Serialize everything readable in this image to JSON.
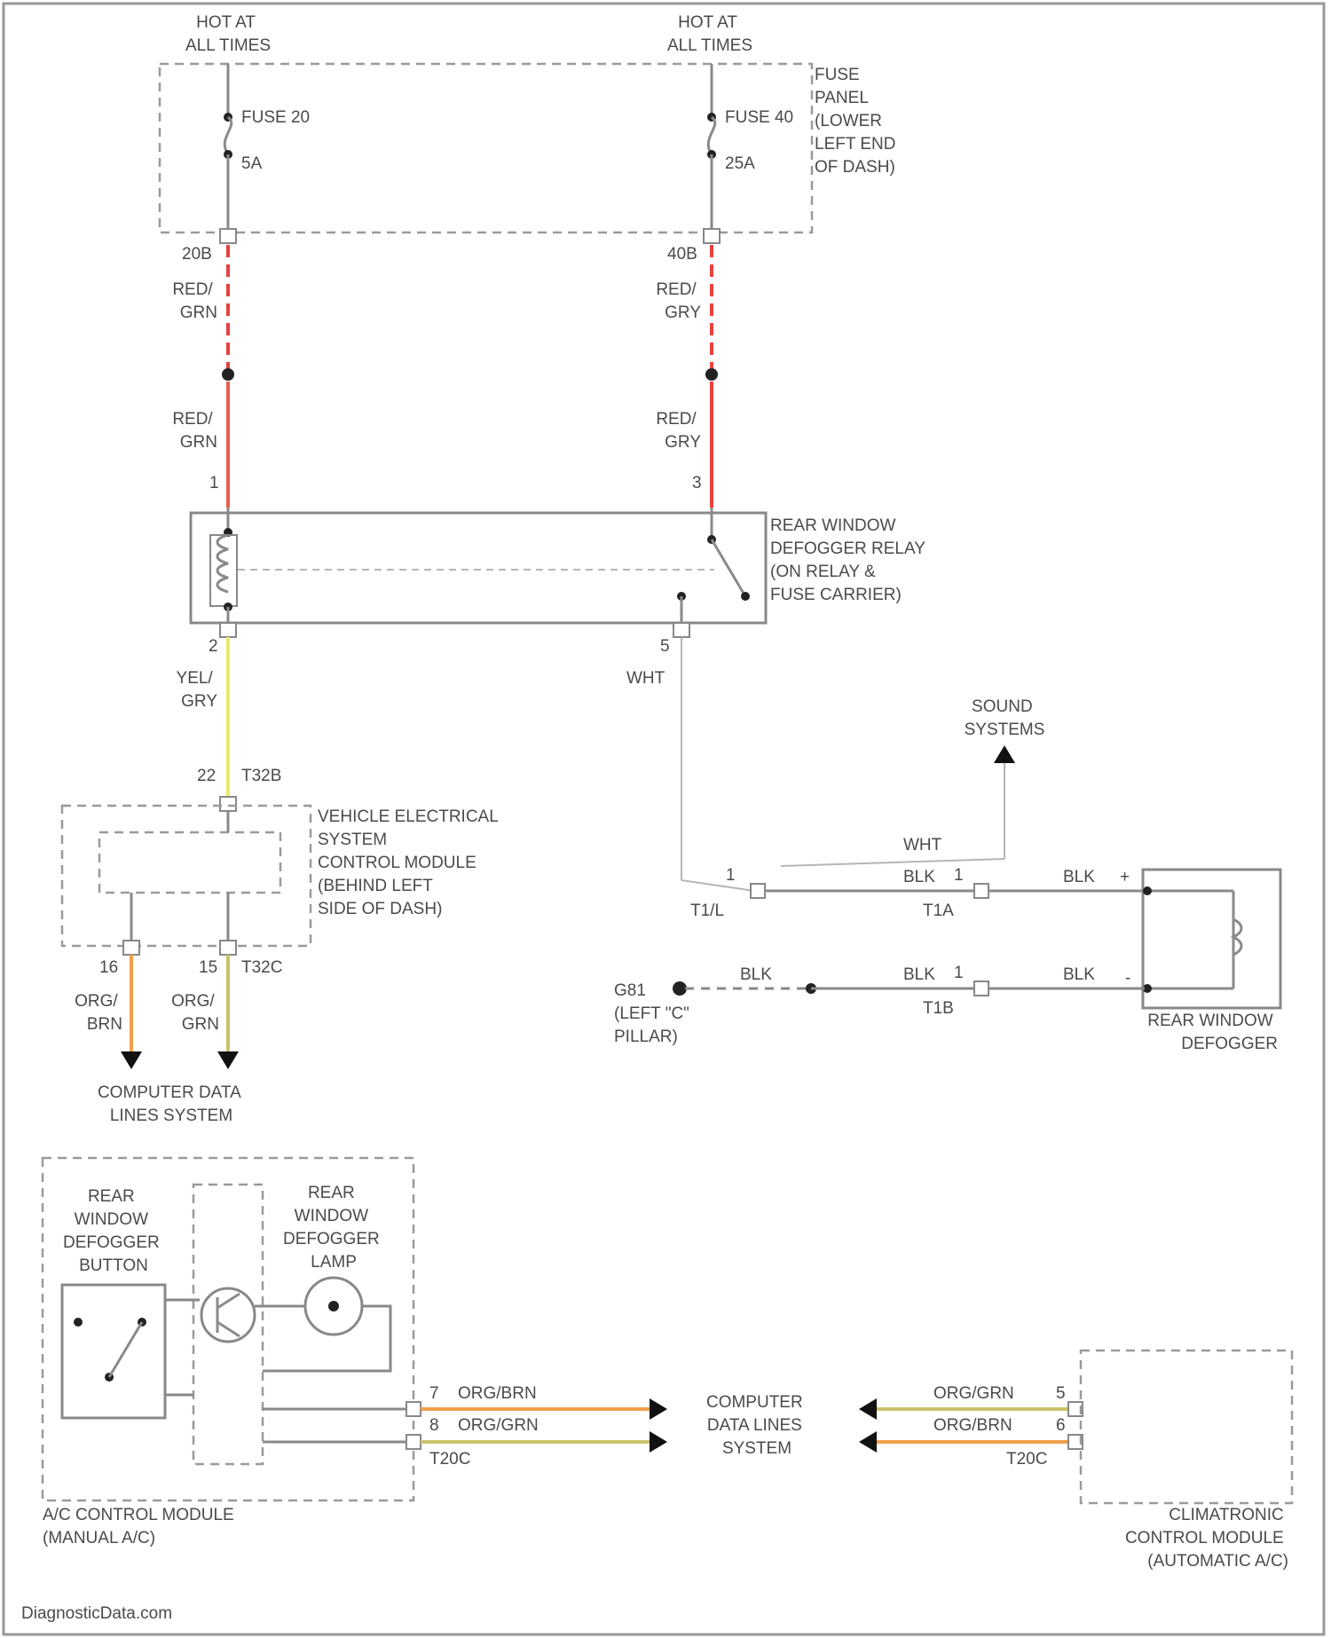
{
  "power": {
    "left_source": [
      "HOT AT",
      "ALL TIMES"
    ],
    "right_source": [
      "HOT AT",
      "ALL TIMES"
    ],
    "fuse_left_name": "FUSE 20",
    "fuse_left_rating": "5A",
    "fuse_right_name": "FUSE 40",
    "fuse_right_rating": "25A",
    "fuse_panel_label": [
      "FUSE",
      "PANEL",
      "(LOWER",
      "LEFT END",
      "OF DASH)"
    ],
    "term_left": "20B",
    "term_right": "40B"
  },
  "wires": {
    "red_grn_top": [
      "RED/",
      "GRN"
    ],
    "red_gry_top": [
      "RED/",
      "GRY"
    ],
    "red_grn_bottom": [
      "RED/",
      "GRN"
    ],
    "red_gry_bottom": [
      "RED/",
      "GRY"
    ],
    "yel_gry": [
      "YEL/",
      "GRY"
    ],
    "wht": "WHT",
    "wht2": "WHT",
    "org_brn": [
      "ORG/",
      "BRN"
    ],
    "org_grn": [
      "ORG/",
      "GRN"
    ],
    "blk": "BLK"
  },
  "relay": {
    "label": [
      "REAR WINDOW",
      "DEFOGGER RELAY",
      "(ON RELAY &",
      "FUSE CARRIER)"
    ],
    "pin_coil_in": "1",
    "pin_switch_in": "3",
    "pin_coil_out": "2",
    "pin_switch_out": "5"
  },
  "vesm": {
    "pin_top": "22",
    "conn_top": "T32B",
    "label": [
      "VEHICLE ELECTRICAL",
      "SYSTEM",
      "CONTROL MODULE",
      "(BEHIND LEFT",
      "SIDE OF DASH)"
    ],
    "pin_a": "16",
    "pin_b": "15",
    "conn_bottom": "T32C",
    "dest": [
      "COMPUTER DATA",
      "LINES SYSTEM"
    ]
  },
  "defogger": {
    "sound": [
      "SOUND",
      "SYSTEMS"
    ],
    "conn_t1l": "T1/L",
    "pin_t1l": "1",
    "conn_t1a": "T1A",
    "pin_t1a": "1",
    "conn_t1b": "T1B",
    "pin_t1b": "1",
    "pin_plus": "+",
    "pin_minus": "-",
    "ground": "G81",
    "ground_loc": [
      "(LEFT \"C\"",
      "PILLAR)"
    ],
    "label": [
      "REAR WINDOW",
      "DEFOGGER"
    ]
  },
  "ac": {
    "button_label": [
      "REAR",
      "WINDOW",
      "DEFOGGER",
      "BUTTON"
    ],
    "lamp_label": [
      "REAR",
      "WINDOW",
      "DEFOGGER",
      "LAMP"
    ],
    "module_label": [
      "A/C CONTROL MODULE",
      "(MANUAL A/C)"
    ],
    "pin_7": "7",
    "pin_8": "8",
    "wire_7": "ORG/BRN",
    "wire_8": "ORG/GRN",
    "conn": "T20C",
    "center_label": [
      "COMPUTER",
      "DATA LINES",
      "SYSTEM"
    ],
    "right_wire_a": "ORG/GRN",
    "right_wire_b": "ORG/BRN",
    "right_pin_a": "5",
    "right_pin_b": "6",
    "right_conn": "T20C",
    "climatronic": [
      "CLIMATRONIC",
      "CONTROL MODULE",
      "(AUTOMATIC A/C)"
    ]
  },
  "watermark": "DiagnosticData.com",
  "colors": {
    "red": "#e8413f",
    "red_orange": "#e8604a",
    "orange": "#f0a04a",
    "yellow": "#ecec66",
    "olive": "#c9c36a",
    "gray": "#8a8a8a"
  }
}
